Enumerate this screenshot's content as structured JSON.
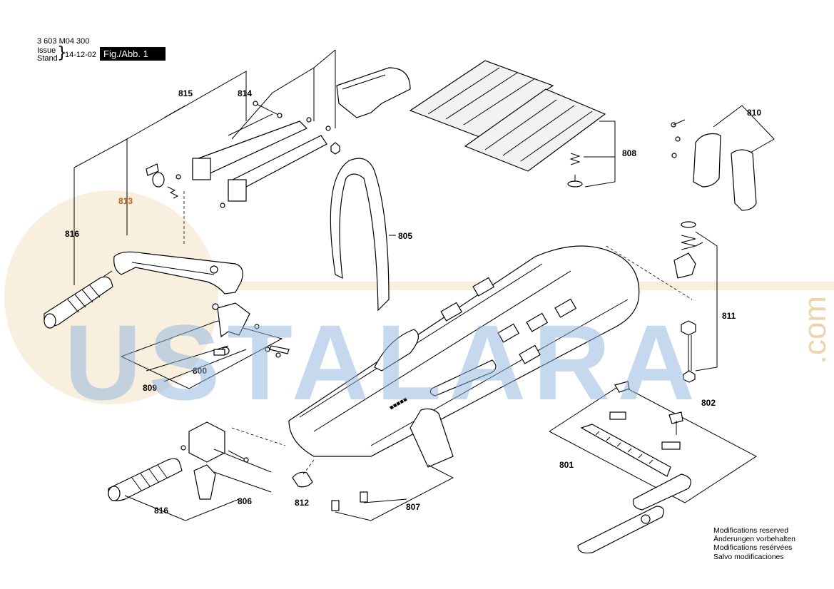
{
  "header": {
    "doc_number": "3 603 M04 300",
    "issue_label": "Issue",
    "stand_label": "Stand",
    "issue_date": "14-12-02",
    "figure_label": "Fig./Abb. 1"
  },
  "notice_lines": [
    "Modifications reserved",
    "Änderungen vorbehalten",
    "Modifications resérvées",
    "Salvo modificaciones"
  ],
  "watermark": {
    "text": "USTALARA",
    "suffix": ".com"
  },
  "callouts": {
    "c815": "815",
    "c814": "814",
    "c813": "813",
    "c816_top": "816",
    "c805": "805",
    "c808": "808",
    "c810": "810",
    "c811": "811",
    "c800": "800",
    "c809": "809",
    "c802": "802",
    "c801": "801",
    "c806": "806",
    "c816_bottom": "816",
    "c812": "812",
    "c807": "807"
  },
  "colors": {
    "callout_highlight": "#b5651d",
    "watermark_blue": "#8fb3dc",
    "watermark_tan": "#f3e2c4"
  }
}
